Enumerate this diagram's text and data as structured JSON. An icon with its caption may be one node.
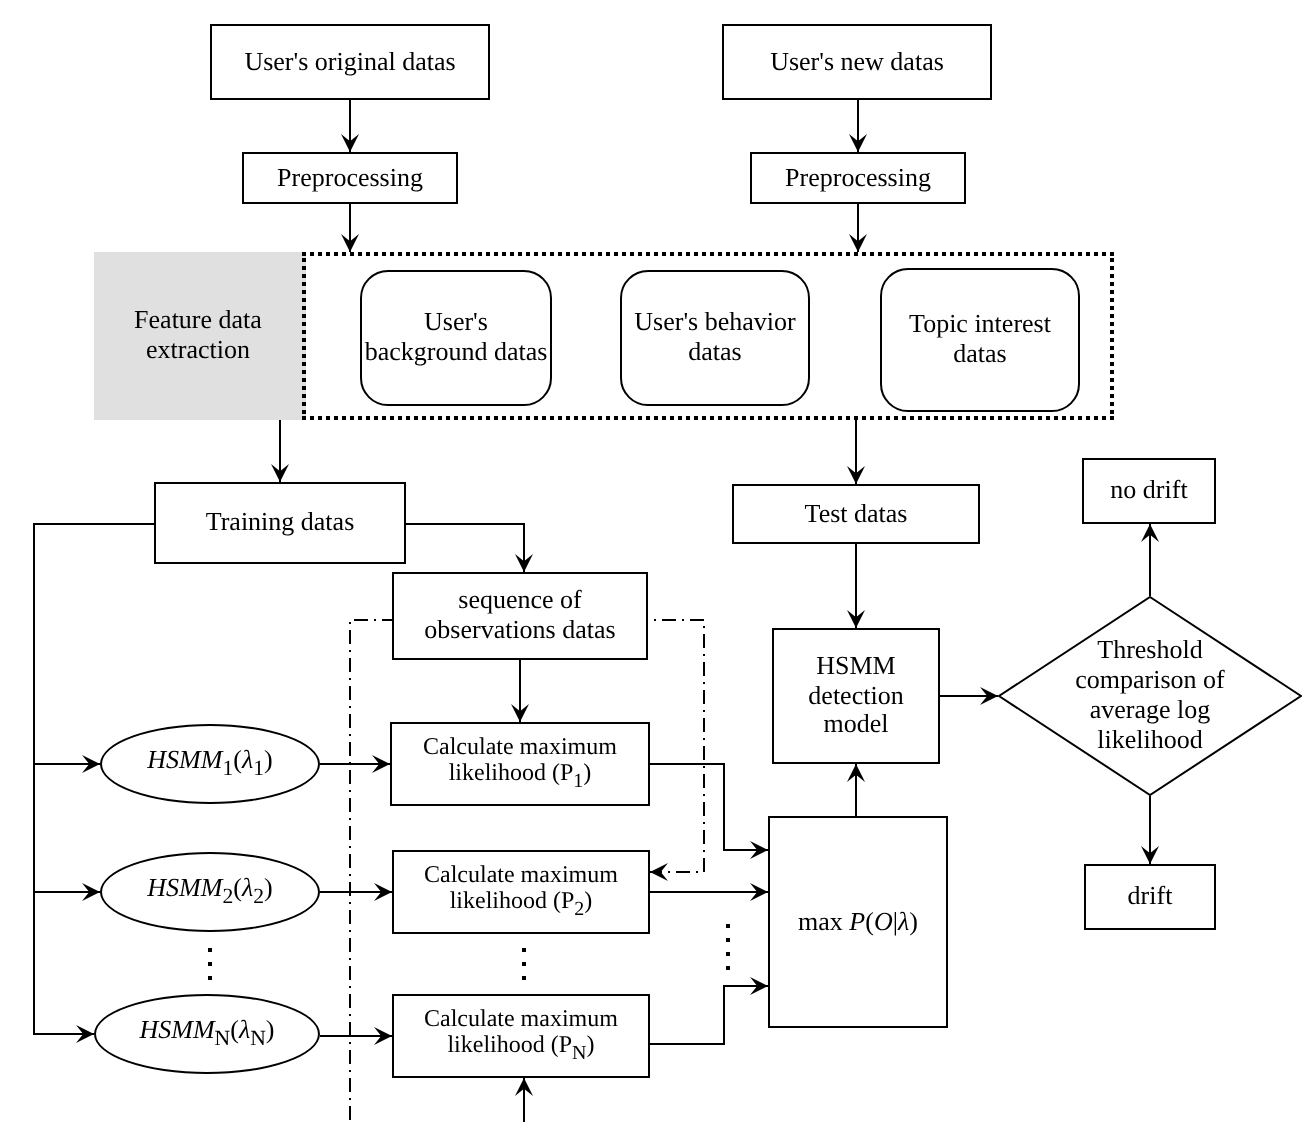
{
  "diagram": {
    "nodes": [
      {
        "text": [
          "User's original datas"
        ]
      },
      {
        "text": [
          "User's new datas"
        ]
      },
      {
        "text": [
          "Preprocessing"
        ]
      },
      {
        "text": [
          "Preprocessing"
        ]
      },
      {
        "text": [],
        "shape": "box"
      },
      {
        "text": [
          "Feature data extraction"
        ],
        "in": 4
      },
      {
        "text": [
          "User's background datas"
        ],
        "in": 4
      },
      {
        "text": [
          "User's behavior datas"
        ],
        "in": 4
      },
      {
        "text": [
          "Topic interest datas"
        ],
        "in": 4
      },
      {
        "text": [
          "Training datas"
        ]
      },
      {
        "text": [
          "sequence of observations datas"
        ]
      },
      {
        "text": [
          "*HSMM*$_{1}$(*λ*$_{1}$)"
        ]
      },
      {
        "text": [
          "*HSMM*$_{2}$(*λ*$_{2}$)"
        ]
      },
      {
        "text": [
          "*HSMM*$_{N}$(*λ*$_{N}$)"
        ]
      },
      {
        "text": [
          "Calculate maximum likelihood (P$_{1}$)"
        ]
      },
      {
        "text": [
          "Calculate maximum likelihood (P$_{2}$)"
        ]
      },
      {
        "text": [
          "Calculate maximum likelihood (P$_{N}$)"
        ]
      },
      {
        "text": [
          "max *P*(*O*|*λ*)"
        ]
      },
      {
        "text": [
          "Test datas"
        ]
      },
      {
        "text": [
          "HSMM detection model"
        ]
      },
      {
        "text": [
          "Threshold comparison of average log likelihood"
        ]
      },
      {
        "text": [
          "no drift"
        ]
      },
      {
        "text": [
          "drift"
        ]
      }
    ],
    "edges": [
      {
        "from": 0,
        "to": 2,
        "arrow": "to"
      },
      {
        "from": 1,
        "to": 3,
        "arrow": "to"
      },
      {
        "from": 2,
        "to": 4,
        "arrow": "to"
      },
      {
        "from": 3,
        "to": 4,
        "arrow": "to"
      },
      {
        "from": 5,
        "to": 9,
        "arrow": "to"
      },
      {
        "from": 4,
        "to": 18,
        "arrow": "to"
      },
      {
        "from": 9,
        "to": 10,
        "arrow": "to"
      },
      {
        "from": 9,
        "to": 11,
        "arrow": "to"
      },
      {
        "from": 9,
        "to": 12,
        "arrow": "to"
      },
      {
        "from": 9,
        "to": 13,
        "arrow": "to"
      },
      {
        "from": 10,
        "to": 14,
        "arrow": "to"
      },
      {
        "from": 11,
        "to": 14,
        "arrow": "to"
      },
      {
        "from": 12,
        "to": 15,
        "arrow": "to"
      },
      {
        "from": 13,
        "to": 16,
        "arrow": "to"
      },
      {
        "from": 14,
        "to": 17,
        "arrow": "to"
      },
      {
        "from": 15,
        "to": 17,
        "arrow": "to"
      },
      {
        "from": 16,
        "to": 17,
        "arrow": "to"
      },
      {
        "from": 17,
        "to": 19,
        "arrow": "to"
      },
      {
        "from": 18,
        "to": 19,
        "arrow": "to"
      },
      {
        "from": 19,
        "to": 20,
        "arrow": "to"
      },
      {
        "from": 20,
        "to": 21,
        "arrow": "to"
      },
      {
        "from": 20,
        "to": 22,
        "arrow": "to"
      },
      {
        "from": null,
        "to": 15,
        "arrow": "to",
        "style": "dashed"
      },
      {
        "from": null,
        "to": 16,
        "arrow": "to"
      }
    ]
  }
}
